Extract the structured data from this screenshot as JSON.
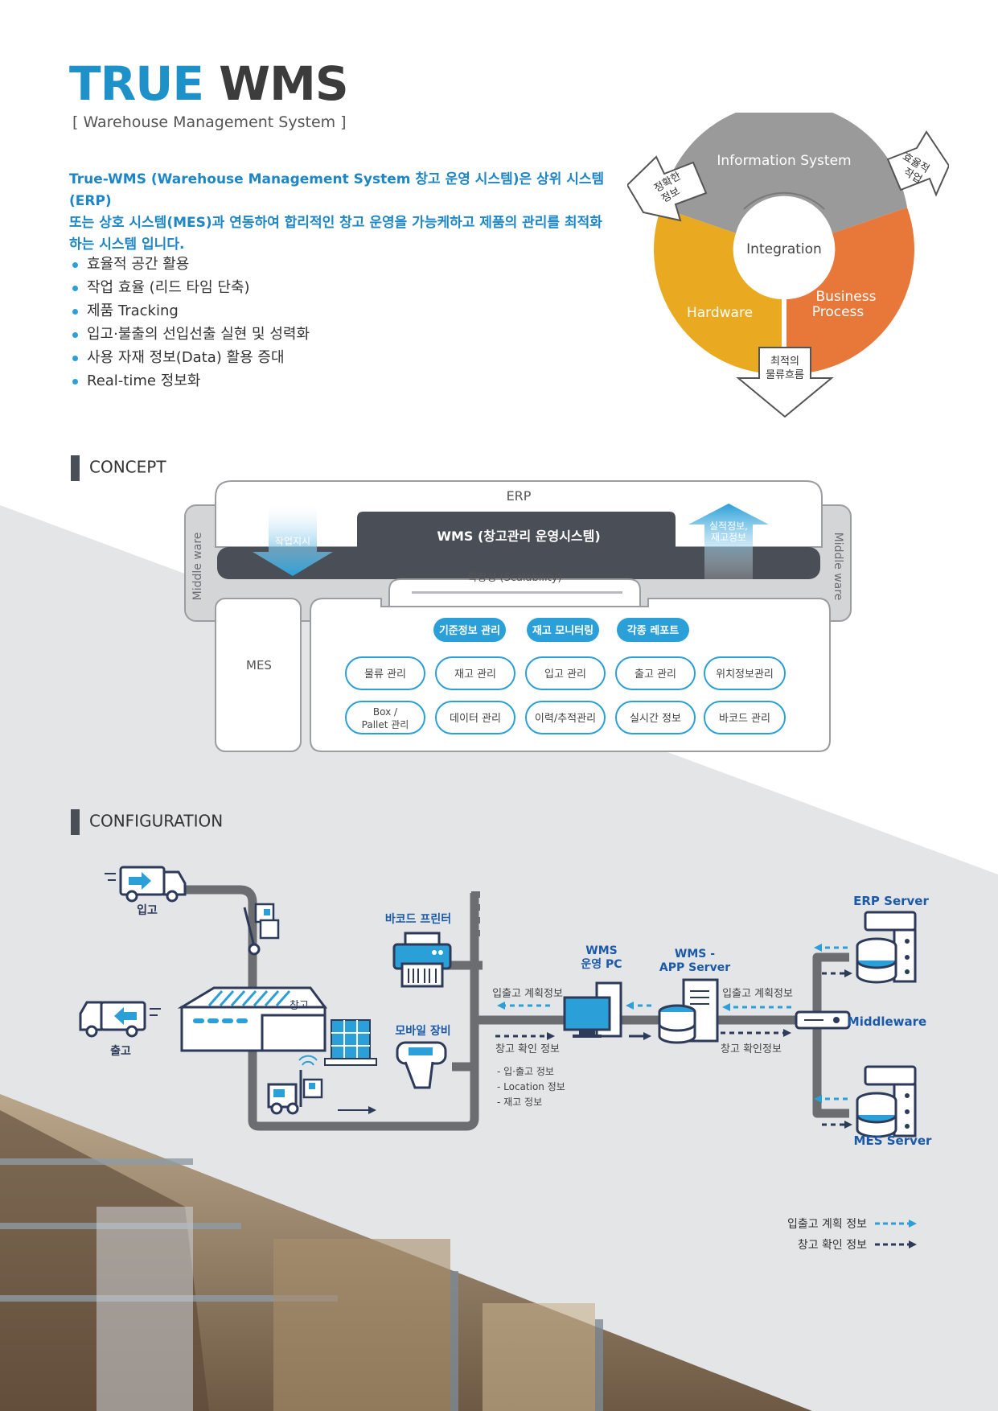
{
  "header": {
    "title_part1": "TRUE",
    "title_part2": "WMS",
    "subtitle": "[ Warehouse Management System ]"
  },
  "intro": {
    "line1": "True-WMS (Warehouse Management System 창고 운영 시스템)은 상위 시스템(ERP)",
    "line2": "또는 상호 시스템(MES)과 연동하여 합리적인 창고 운영을 가능케하고 제품의 관리를 최적화",
    "line3": "하는 시스템 입니다."
  },
  "benefits": [
    "효율적 공간 활용",
    "작업 효율 (리드 타임 단축)",
    "제품 Tracking",
    "입고·불출의 선입선출 실현 및 성력화",
    "사용 자재 정보(Data) 활용 증대",
    "Real-time 정보화"
  ],
  "cycle": {
    "top": "Information System",
    "center": "Integration",
    "left": "Hardware",
    "right_line1": "Business",
    "right_line2": "Process",
    "arrow_left_line1": "정확한",
    "arrow_left_line2": "정보",
    "arrow_right_line1": "효율적",
    "arrow_right_line2": "작업",
    "arrow_bottom_line1": "최적의",
    "arrow_bottom_line2": "물류흐름",
    "colors": {
      "top": "#9a9a9a",
      "left": "#e9a920",
      "right": "#e8773a"
    }
  },
  "concept": {
    "heading": "CONCEPT",
    "erp": "ERP",
    "wms": "WMS (창고관리 운영시스템)",
    "middleware_left": "Middle ware",
    "middleware_right": "Middle ware",
    "work_order": "작업지시",
    "result_line1": "실적정보,",
    "result_line2": "재고정보",
    "scalability": "확장성 (Scalability)",
    "mes": "MES",
    "pills": [
      "기준정보 관리",
      "재고 모니터링",
      "각종 레포트"
    ],
    "modules_row1": [
      "물류 관리",
      "재고 관리",
      "입고 관리",
      "출고 관리",
      "위치정보관리"
    ],
    "modules_row2_box_line1": "Box /",
    "modules_row2_box_line2": "Pallet 관리",
    "modules_row2": [
      "데이터 관리",
      "이력/추적관리",
      "실시간 정보",
      "바코드 관리"
    ]
  },
  "configuration": {
    "heading": "CONFIGURATION",
    "inbound": "입고",
    "outbound": "출고",
    "warehouse": "창고",
    "barcode_printer": "바코드 프린터",
    "mobile_device": "모바일 장비",
    "wms_pc_line1": "WMS",
    "wms_pc_line2": "운영 PC",
    "app_server_line1": "WMS -",
    "app_server_line2": "APP Server",
    "plan_info_left": "입출고 계획정보",
    "plan_info_right": "입출고 계획정보",
    "confirm_left": "창고 확인 정보",
    "confirm_right": "창고 확인정보",
    "detail_items": [
      "- 입·출고 정보",
      "- Location 정보",
      "- 재고 정보"
    ],
    "erp_server": "ERP Server",
    "middleware": "Middleware",
    "mes_server": "MES Server",
    "legend_plan": "입출고 계획 정보",
    "legend_confirm": "창고 확인 정보",
    "colors": {
      "accent": "#2a9fd8",
      "dark": "#2d3a5a",
      "pipe": "#6b6d70"
    }
  }
}
